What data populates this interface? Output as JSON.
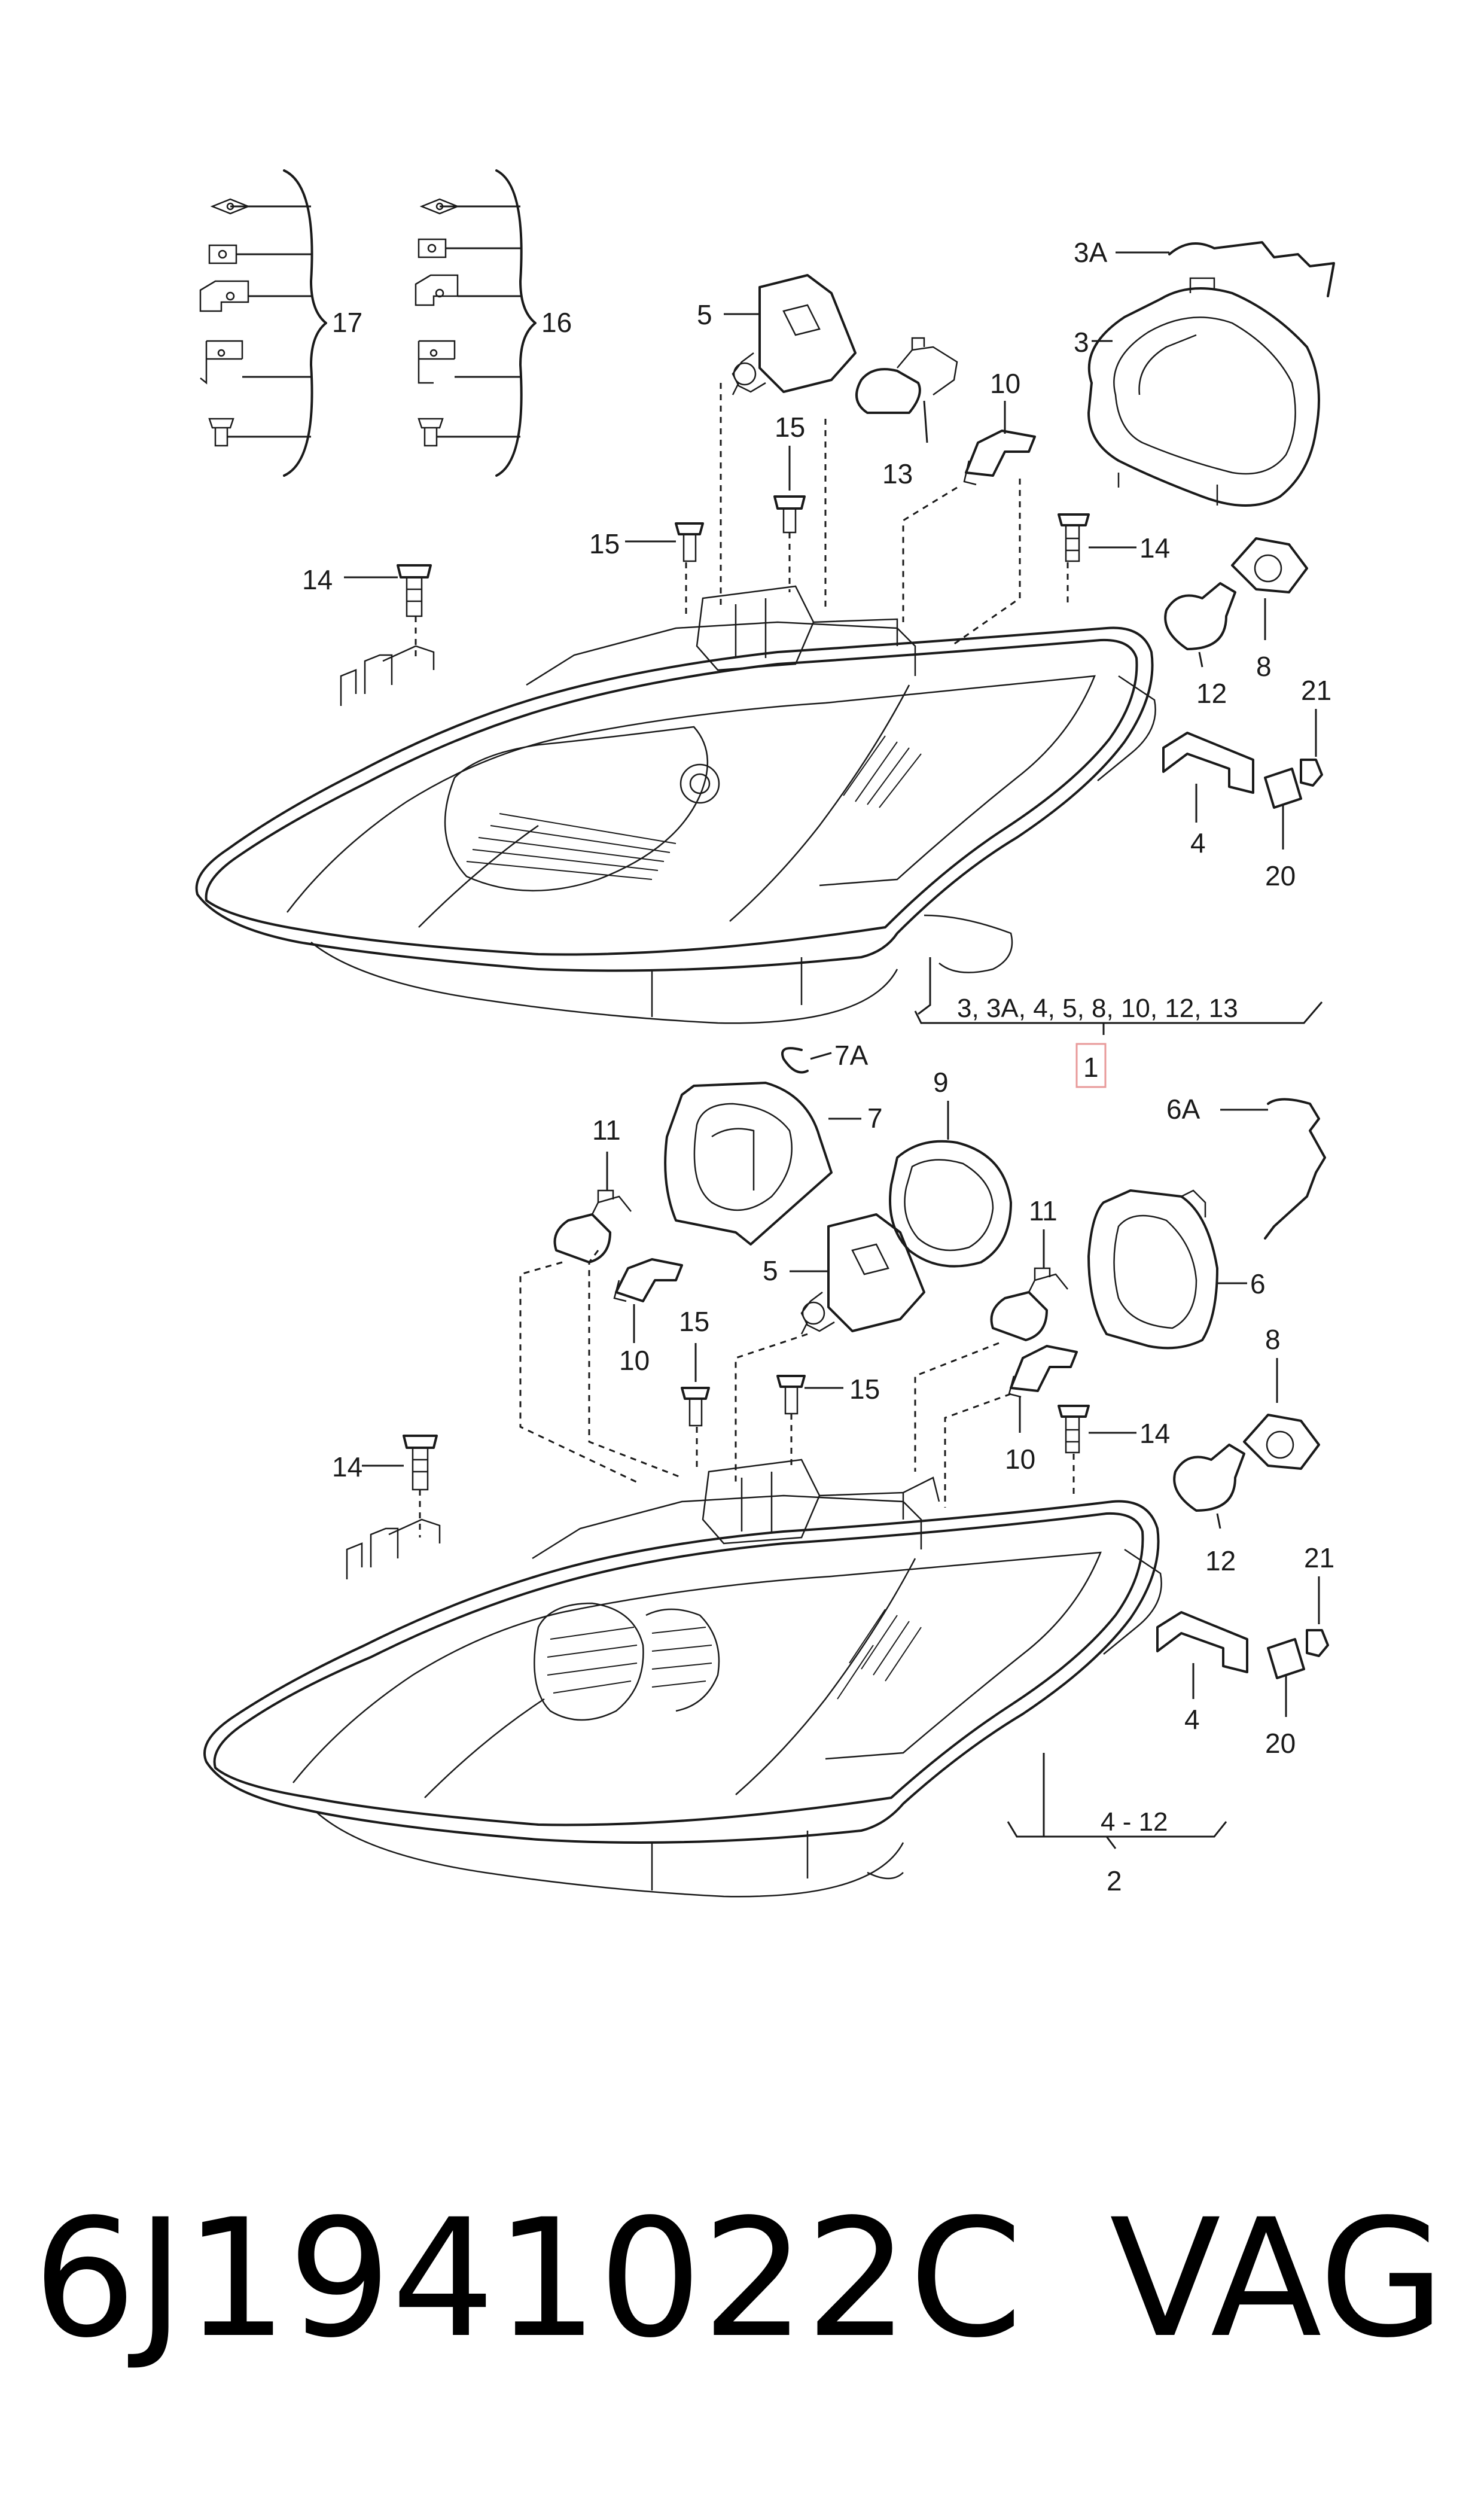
{
  "diagram": {
    "callouts": {
      "c17": "17",
      "c16": "16",
      "c3A": "3A",
      "c3": "3",
      "c5a": "5",
      "c10a": "10",
      "c15a": "15",
      "c13": "13",
      "c15b": "15",
      "c14a": "14",
      "c14b": "14",
      "c8a": "8",
      "c12a": "12",
      "c21a": "21",
      "c4a": "4",
      "c20a": "20",
      "assembly_list_1": "3, 3A, 4, 5, 8, 10, 12, 13",
      "assembly_1": "1",
      "c7A": "7A",
      "c7": "7",
      "c9": "9",
      "c6A": "6A",
      "c11a": "11",
      "c10b": "10",
      "c5b": "5",
      "c11b": "11",
      "c6": "6",
      "c15c": "15",
      "c15d": "15",
      "c10c": "10",
      "c8b": "8",
      "c14c": "14",
      "c14d": "14",
      "c12b": "12",
      "c21b": "21",
      "c4b": "4",
      "c20b": "20",
      "assembly_list_2": "4 - 12",
      "assembly_2": "2"
    },
    "highlight_color": "#e89a9a"
  },
  "footer": {
    "part_number": "6J1941022C",
    "brand": "VAG"
  }
}
